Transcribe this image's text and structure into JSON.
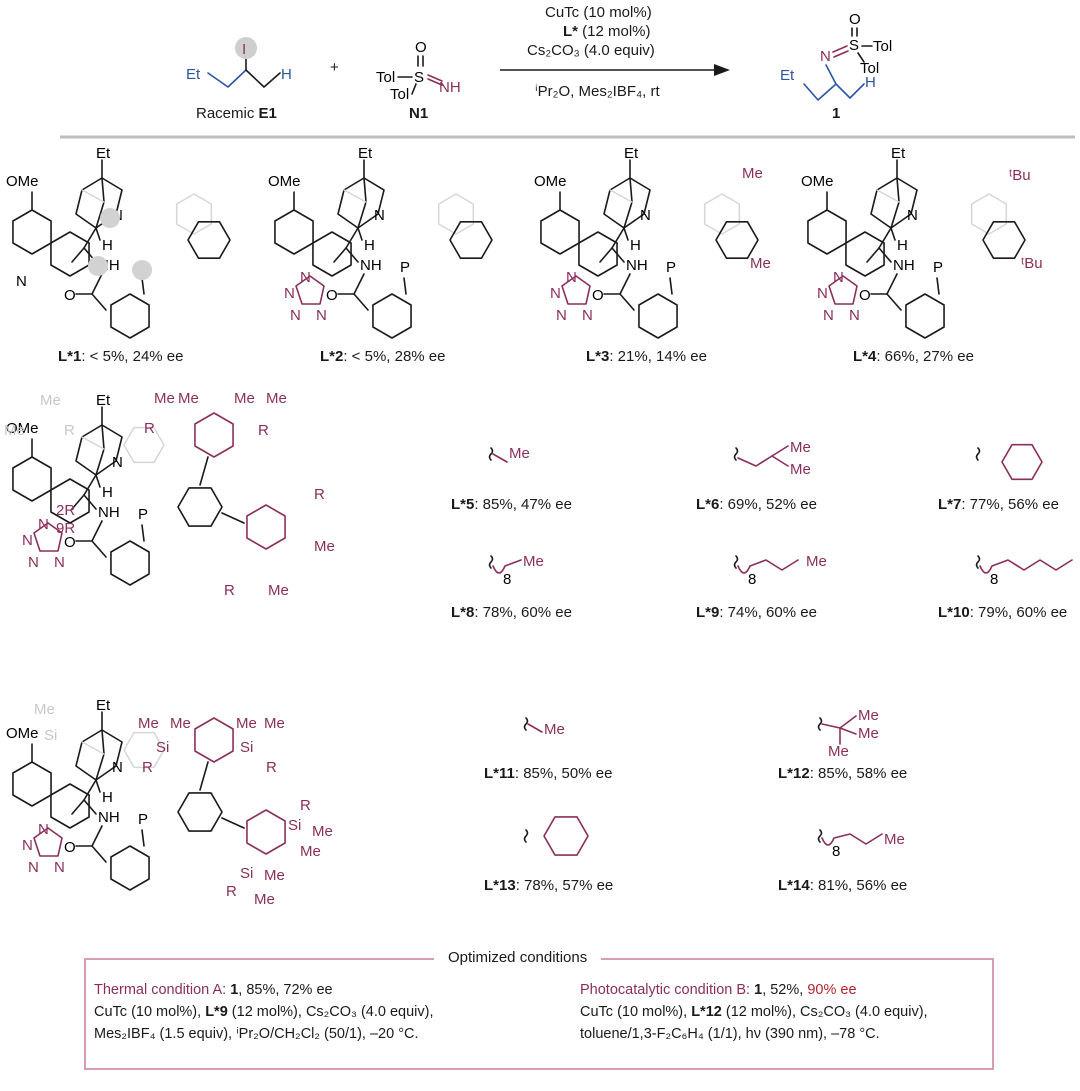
{
  "reaction": {
    "reactant1_label": "Racemic ",
    "reactant1_bold": "E1",
    "reactant1_atoms": {
      "et": "Et",
      "i": "I",
      "h": "H"
    },
    "plus": "+",
    "reactant2_label": "N1",
    "reactant2_atoms": {
      "o": "O",
      "s": "S",
      "nh": "NH",
      "tol1": "Tol",
      "tol2": "Tol"
    },
    "conditions": {
      "line1": "CuTc (10 mol%)",
      "line2_bold": "L*",
      "line2_rest": " (12 mol%)",
      "line3": "Cs₂CO₃ (4.0 equiv)",
      "line4": "ⁱPr₂O, Mes₂IBF₄, rt"
    },
    "product_label": "1",
    "product_atoms": {
      "o": "O",
      "s": "S",
      "n": "N",
      "tol1": "Tol",
      "tol2": "Tol",
      "et": "Et",
      "h": "H"
    }
  },
  "scaffold_atoms": {
    "et": "Et",
    "ome": "OMe",
    "n": "N",
    "h": "H",
    "nh": "NH",
    "o": "O",
    "p": "P",
    "me": "Me",
    "tbu": "ᵗBu",
    "r": "R",
    "si": "Si",
    "c2r": "2R",
    "c9r": "9R"
  },
  "ligands_row1": [
    {
      "id": "L*1",
      "result": ": < 5%, 24% ee"
    },
    {
      "id": "L*2",
      "result": ": < 5%, 28% ee"
    },
    {
      "id": "L*3",
      "result": ": 21%, 14% ee"
    },
    {
      "id": "L*4",
      "result": ": 66%, 27% ee"
    }
  ],
  "r_groups_A": [
    {
      "id": "L*5",
      "result": ": 85%, 47% ee",
      "label": "Me"
    },
    {
      "id": "L*6",
      "result": ": 69%, 52% ee",
      "label": "Me"
    },
    {
      "id": "L*7",
      "result": ": 77%, 56% ee",
      "label": ""
    },
    {
      "id": "L*8",
      "result": ": 78%, 60% ee",
      "label": "Me",
      "sub": "8"
    },
    {
      "id": "L*9",
      "result": ": 74%, 60% ee",
      "label": "Me",
      "sub": "8"
    },
    {
      "id": "L*10",
      "result": ": 79%, 60% ee",
      "label": "Me",
      "sub": "8"
    }
  ],
  "r_groups_B": [
    {
      "id": "L*11",
      "result": ": 85%, 50% ee",
      "label": "Me"
    },
    {
      "id": "L*12",
      "result": ": 85%, 58% ee",
      "label": "Me"
    },
    {
      "id": "L*13",
      "result": ": 78%, 57% ee",
      "label": ""
    },
    {
      "id": "L*14",
      "result": ": 81%, 56% ee",
      "label": "Me",
      "sub": "8"
    }
  ],
  "optimized": {
    "title": "Optimized conditions",
    "A_title": "Thermal condition A: ",
    "A_product": "1",
    "A_result": ", 85%, 72% ee",
    "A_line1_pre": "CuTc (10 mol%), ",
    "A_line1_bold": "L*9",
    "A_line1_post": " (12 mol%), Cs₂CO₃ (4.0 equiv),",
    "A_line2": "Mes₂IBF₄ (1.5 equiv), ⁱPr₂O/CH₂Cl₂ (50/1), –20 °C.",
    "B_title": "Photocatalytic condition B: ",
    "B_product": "1",
    "B_yield": ", 52%, ",
    "B_ee": "90% ee",
    "B_line1_pre": "CuTc (10 mol%), ",
    "B_line1_bold": "L*12",
    "B_line1_post": " (12 mol%), Cs₂CO₃ (4.0 equiv),",
    "B_line2": "toluene/1,3-F₂C₆H₄ (1/1), hν (390 nm), –78 °C."
  },
  "colors": {
    "accent": "#8a2f5b",
    "substrate_blue": "#2d55a3",
    "box_border": "#d79bb4",
    "highlight_red": "#b4232a"
  }
}
